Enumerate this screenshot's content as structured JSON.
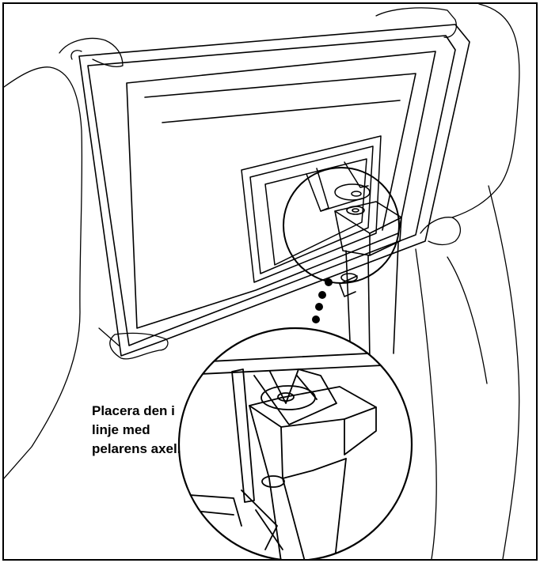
{
  "instruction": {
    "lines": [
      "Placera den i",
      "linje med",
      "pelarens axel."
    ]
  },
  "colors": {
    "line": "#000000",
    "background": "#ffffff"
  }
}
